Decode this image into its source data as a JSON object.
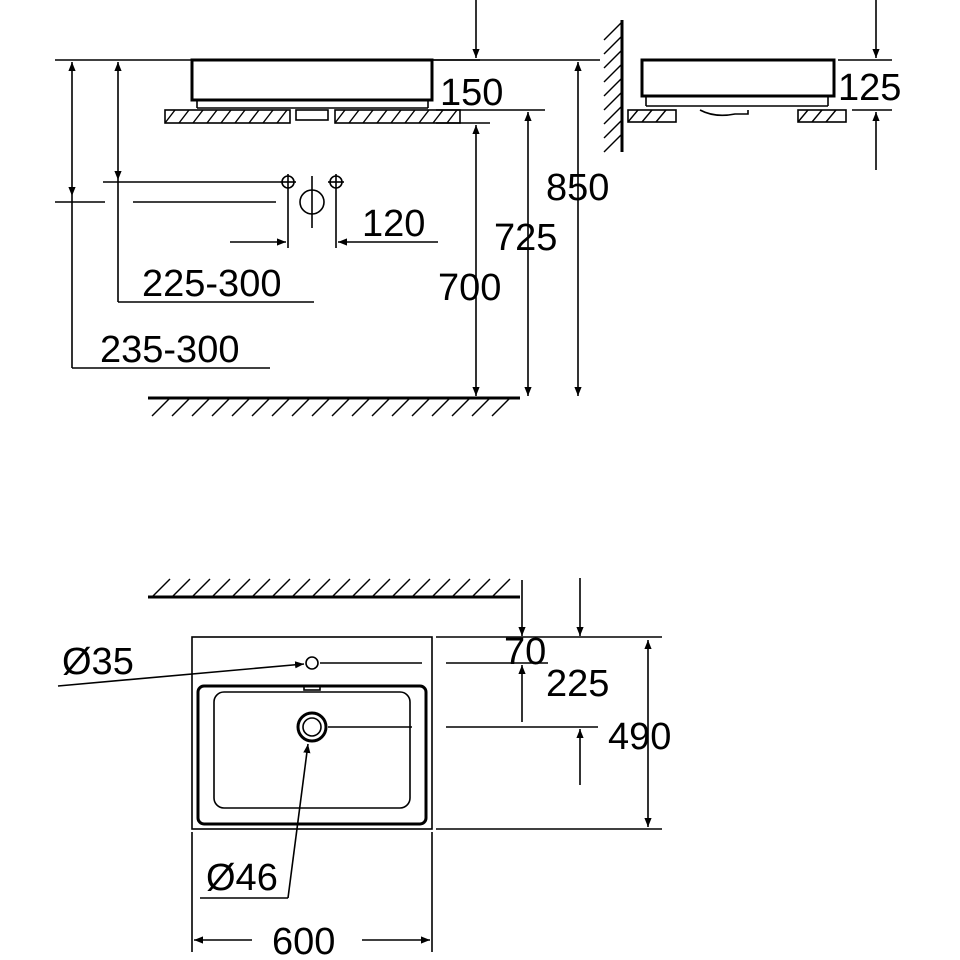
{
  "dimensions": {
    "side_view": {
      "basin_height": "150",
      "rim_height": "850",
      "bottom_height": "725",
      "outlet_height": "700",
      "tap_spacing": "120",
      "left_inner_range": "225-300",
      "left_outer_range": "235-300"
    },
    "end_view": {
      "basin_height": "125"
    },
    "plan_view": {
      "tap_hole_diameter": "Ø35",
      "waste_diameter": "Ø46",
      "tap_hole_offset": "70",
      "waste_offset": "225",
      "depth": "490",
      "width": "600"
    }
  }
}
